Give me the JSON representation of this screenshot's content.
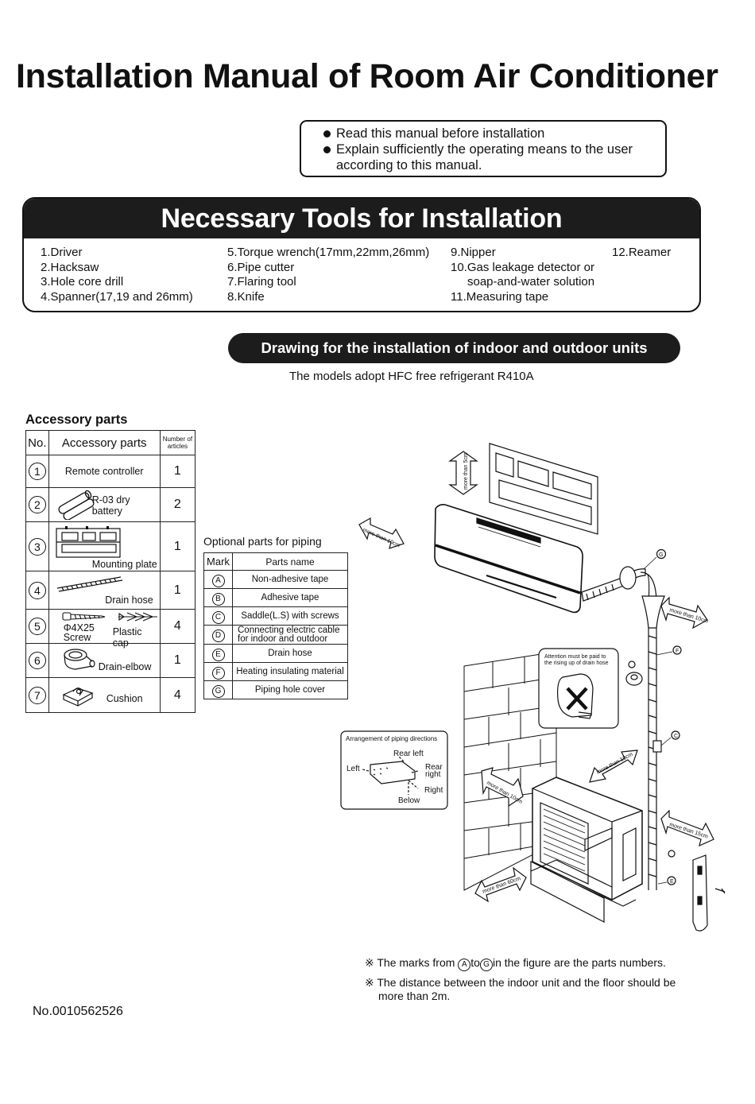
{
  "title": "Installation Manual of Room Air Conditioner",
  "notice": {
    "item1": "Read this manual before installation",
    "item2_line1": "Explain sufficiently the operating means to the user",
    "item2_line2": "according to this manual."
  },
  "tools": {
    "heading": "Necessary Tools for Installation",
    "col1": [
      "1.Driver",
      "2.Hacksaw",
      "3.Hole core drill",
      "4.Spanner(17,19 and 26mm)"
    ],
    "col2": [
      "5.Torque wrench(17mm,22mm,26mm)",
      "6.Pipe cutter",
      "7.Flaring tool",
      "8.Knife"
    ],
    "col3": [
      "9.Nipper",
      "10.Gas leakage detector or",
      "   soap-and-water solution",
      "11.Measuring tape"
    ],
    "col4": [
      "12.Reamer"
    ]
  },
  "drawing_heading": "Drawing for the installation of indoor and outdoor units",
  "models_note": "The models adopt HFC free refrigerant R410A",
  "accessory": {
    "title": "Accessory parts",
    "headers": {
      "no": "No.",
      "name": "Accessory parts",
      "count": "Number of articles"
    },
    "rows": [
      {
        "no": "1",
        "name": "Remote controller",
        "qty": "1"
      },
      {
        "no": "2",
        "name": "R-03 dry battery",
        "qty": "2"
      },
      {
        "no": "3",
        "name": "Mounting plate",
        "qty": "1"
      },
      {
        "no": "4",
        "name": "Drain hose",
        "qty": "1"
      },
      {
        "no": "5",
        "name": "Plastic cap",
        "extra_line1": "Φ4X25",
        "extra_line2": "Screw",
        "qty": "4"
      },
      {
        "no": "6",
        "name": "Drain-elbow",
        "qty": "1"
      },
      {
        "no": "7",
        "name": "Cushion",
        "qty": "4"
      }
    ]
  },
  "optional": {
    "title": "Optional parts for piping",
    "headers": {
      "mark": "Mark",
      "name": "Parts name"
    },
    "rows": [
      {
        "mark": "A",
        "name": "Non-adhesive tape"
      },
      {
        "mark": "B",
        "name": "Adhesive tape"
      },
      {
        "mark": "C",
        "name": "Saddle(L.S) with screws"
      },
      {
        "mark": "D",
        "name_line1": "Connecting electric cable",
        "name_line2": "for indoor and outdoor"
      },
      {
        "mark": "E",
        "name": "Drain hose"
      },
      {
        "mark": "F",
        "name": "Heating insulating material"
      },
      {
        "mark": "G",
        "name": "Piping hole cover"
      }
    ]
  },
  "diagram": {
    "more_than_5cm": "more than 5cm",
    "more_than_10cm": "more than 10cm",
    "more_than_15cm": "more than 15cm",
    "more_than_60cm": "more than 60cm",
    "attention_line1": "Attention must be paid to",
    "attention_line2": "the rising up of drain hose",
    "piping_title": "Arrangement of piping directions",
    "dir_rear_left": "Rear left",
    "dir_left": "Left",
    "dir_rear": "Rear",
    "dir_right_small": "right",
    "dir_right": "Right",
    "dir_below": "Below",
    "label_g": "G",
    "label_f": "F",
    "label_c": "C",
    "label_e": "E"
  },
  "footnotes": {
    "mark": "※",
    "note1_pre": "The marks from",
    "note1_from": "A",
    "note1_mid": "to",
    "note1_to": "G",
    "note1_post": "in the figure are the parts numbers.",
    "note2_line1": "The distance between the indoor unit and the floor should be",
    "note2_line2": "more than 2m."
  },
  "doc_number": "No.0010562526"
}
